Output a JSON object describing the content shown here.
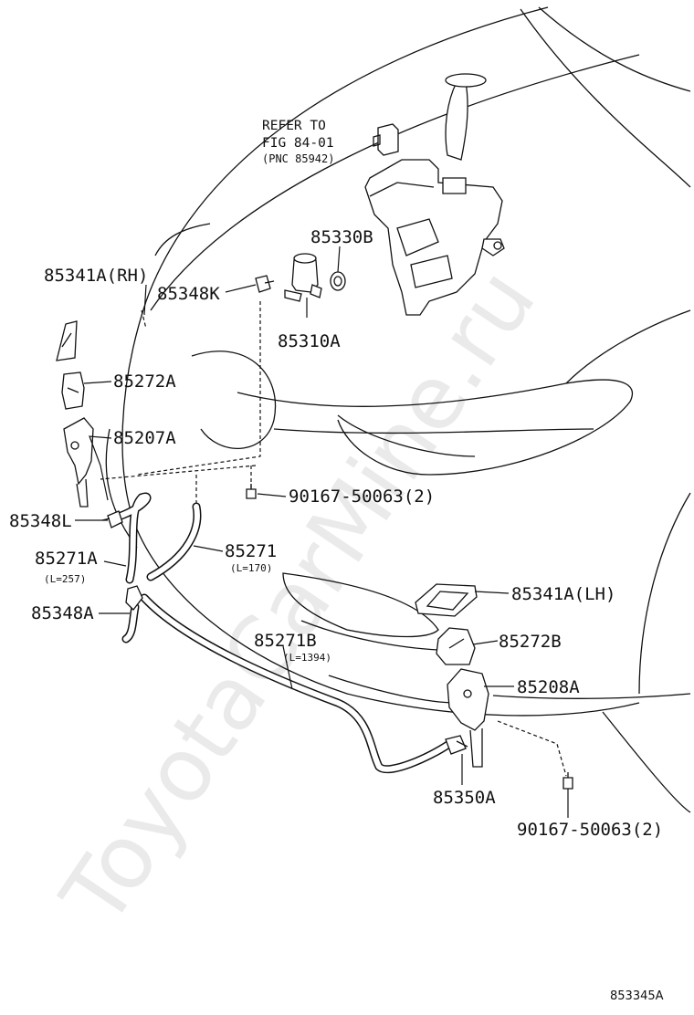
{
  "watermark": "ToyotaCarMine.ru",
  "figure_id": "853345A",
  "refer": {
    "line1": "REFER TO",
    "line2": "FIG 84-01",
    "line3": "(PNC 85942)"
  },
  "labels": {
    "p85330B": "85330B",
    "p85341A_RH": "85341A(RH)",
    "p85348K": "85348K",
    "p85310A": "85310A",
    "p85272A": "85272A",
    "p85207A": "85207A",
    "p90167_top": "90167-50063(2)",
    "p85348L": "85348L",
    "p85271A": "85271A",
    "p85271A_len": "(L=257)",
    "p85271": "85271",
    "p85271_len": "(L=170)",
    "p85341A_LH": "85341A(LH)",
    "p85348A": "85348A",
    "p85271B": "85271B",
    "p85271B_len": "(L=1394)",
    "p85272B": "85272B",
    "p85208A": "85208A",
    "p85350A": "85350A",
    "p90167_bottom": "90167-50063(2)"
  }
}
